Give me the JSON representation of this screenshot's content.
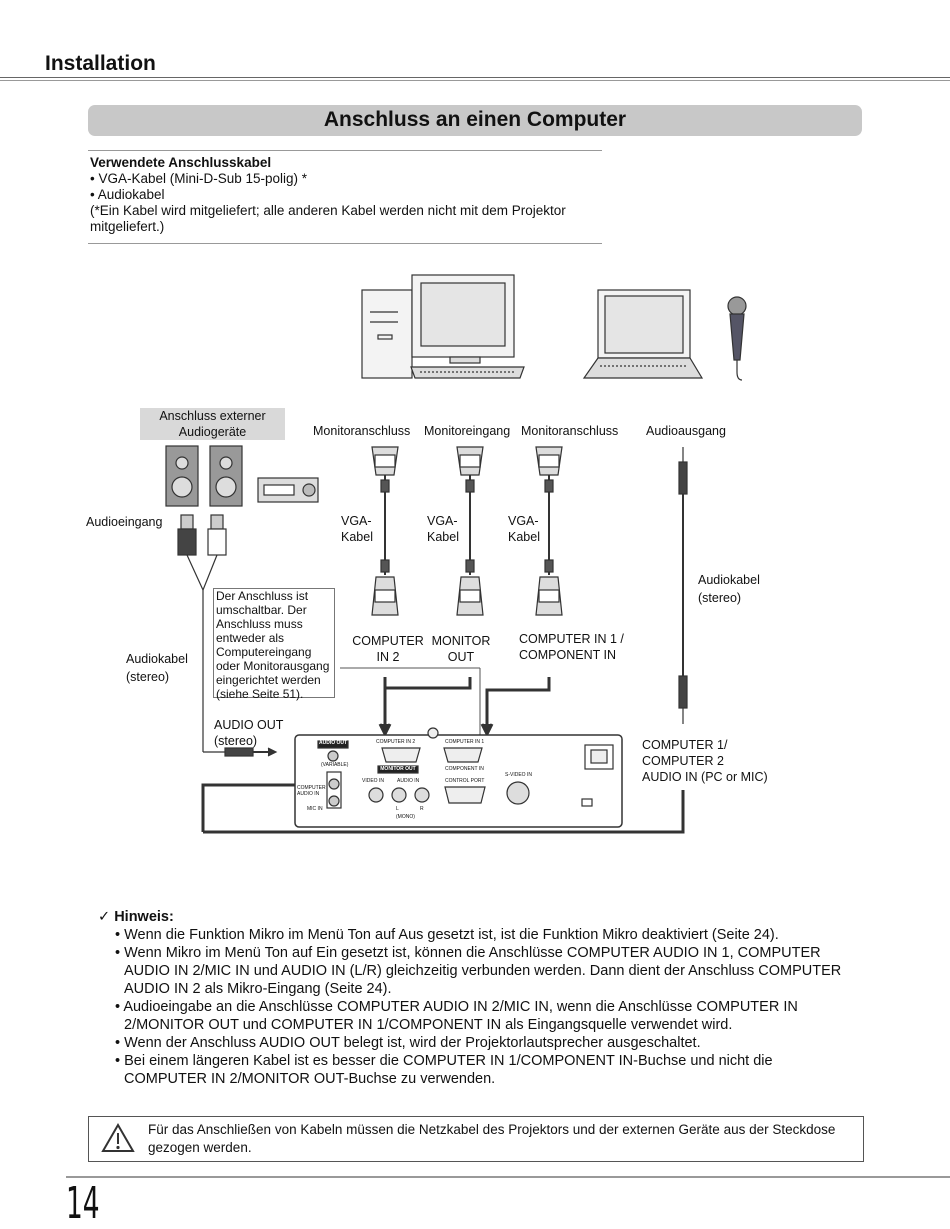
{
  "header": {
    "section": "Installation",
    "title": "Anschluss an einen Computer",
    "page_number": "14"
  },
  "cables": {
    "title": "Verwendete Anschlusskabel",
    "items": [
      "• VGA-Kabel (Mini-D-Sub 15-polig) *",
      "• Audiokabel"
    ],
    "note": "(*Ein Kabel wird mitgeliefert; alle anderen Kabel werden nicht mit dem Projektor mitgeliefert.)"
  },
  "diagram": {
    "ext_audio": "Anschluss externer Audiogeräte",
    "monitor_out_1": "Monitoranschluss",
    "monitor_in": "Monitoreingang",
    "monitor_out_2": "Monitoranschluss",
    "audio_out_src": "Audioausgang",
    "audio_in": "Audioeingang",
    "vga1": "VGA-\nKabel",
    "vga2": "VGA-\nKabel",
    "vga3": "VGA-\nKabel",
    "audio_cable_right": "Audiokabel\n(stereo)",
    "audio_cable_left": "Audiokabel\n(stereo)",
    "switch_note": "Der Anschluss ist umschaltbar. Der Anschluss muss entweder als Computereingang oder Monitorausgang eingerichtet werden (siehe Seite 51).",
    "computer_in2": "COMPUTER\nIN 2",
    "monitor_out": "MONITOR\nOUT",
    "computer_in1": "COMPUTER IN 1 /\nCOMPONENT IN",
    "audio_out": "AUDIO OUT\n(stereo)",
    "computer_audio": "COMPUTER 1/\nCOMPUTER 2\nAUDIO IN (PC or MIC)",
    "panel": {
      "audio_out": "AUDIO OUT",
      "variable": "(VARIABLE)",
      "monitor_out": "MONITOR OUT",
      "computer_in2": "COMPUTER IN 2",
      "computer_in1": "COMPUTER IN 1",
      "component_in": "COMPONENT IN",
      "video_in": "VIDEO IN",
      "audio_in": "AUDIO IN",
      "control_port": "CONTROL PORT",
      "svideo_in": "S-VIDEO IN",
      "computer_audio_in": "COMPUTER AUDIO IN",
      "mic_in": "MIC IN",
      "l": "L",
      "r": "R",
      "mono": "(MONO)"
    }
  },
  "hinweis": {
    "title": "Hinweis:",
    "items": [
      "Wenn die Funktion Mikro im Menü Ton auf Aus gesetzt ist, ist die Funktion Mikro deaktiviert (Seite 24).",
      "Wenn Mikro im Menü Ton auf Ein gesetzt ist, können die Anschlüsse COMPUTER AUDIO IN 1, COMPUTER AUDIO IN 2/MIC IN und AUDIO IN (L/R) gleichzeitig verbunden werden. Dann dient der Anschluss COMPUTER AUDIO IN 2 als Mikro-Eingang (Seite 24).",
      "Audioeingabe an die Anschlüsse COMPUTER AUDIO IN 2/MIC IN, wenn die Anschlüsse COMPUTER IN 2/MONITOR OUT und COMPUTER IN 1/COMPONENT IN als Eingangsquelle verwendet wird.",
      "Wenn der Anschluss AUDIO OUT belegt ist, wird der Projektorlautsprecher ausgeschaltet.",
      "Bei einem längeren Kabel ist es besser die COMPUTER IN 1/COMPONENT IN-Buchse und nicht die COMPUTER IN 2/MONITOR OUT-Buchse zu verwenden."
    ]
  },
  "warning": {
    "text": "Für das Anschließen von Kabeln müssen die Netzkabel des Projektors und der externen Geräte aus der Steckdose gezogen werden."
  }
}
